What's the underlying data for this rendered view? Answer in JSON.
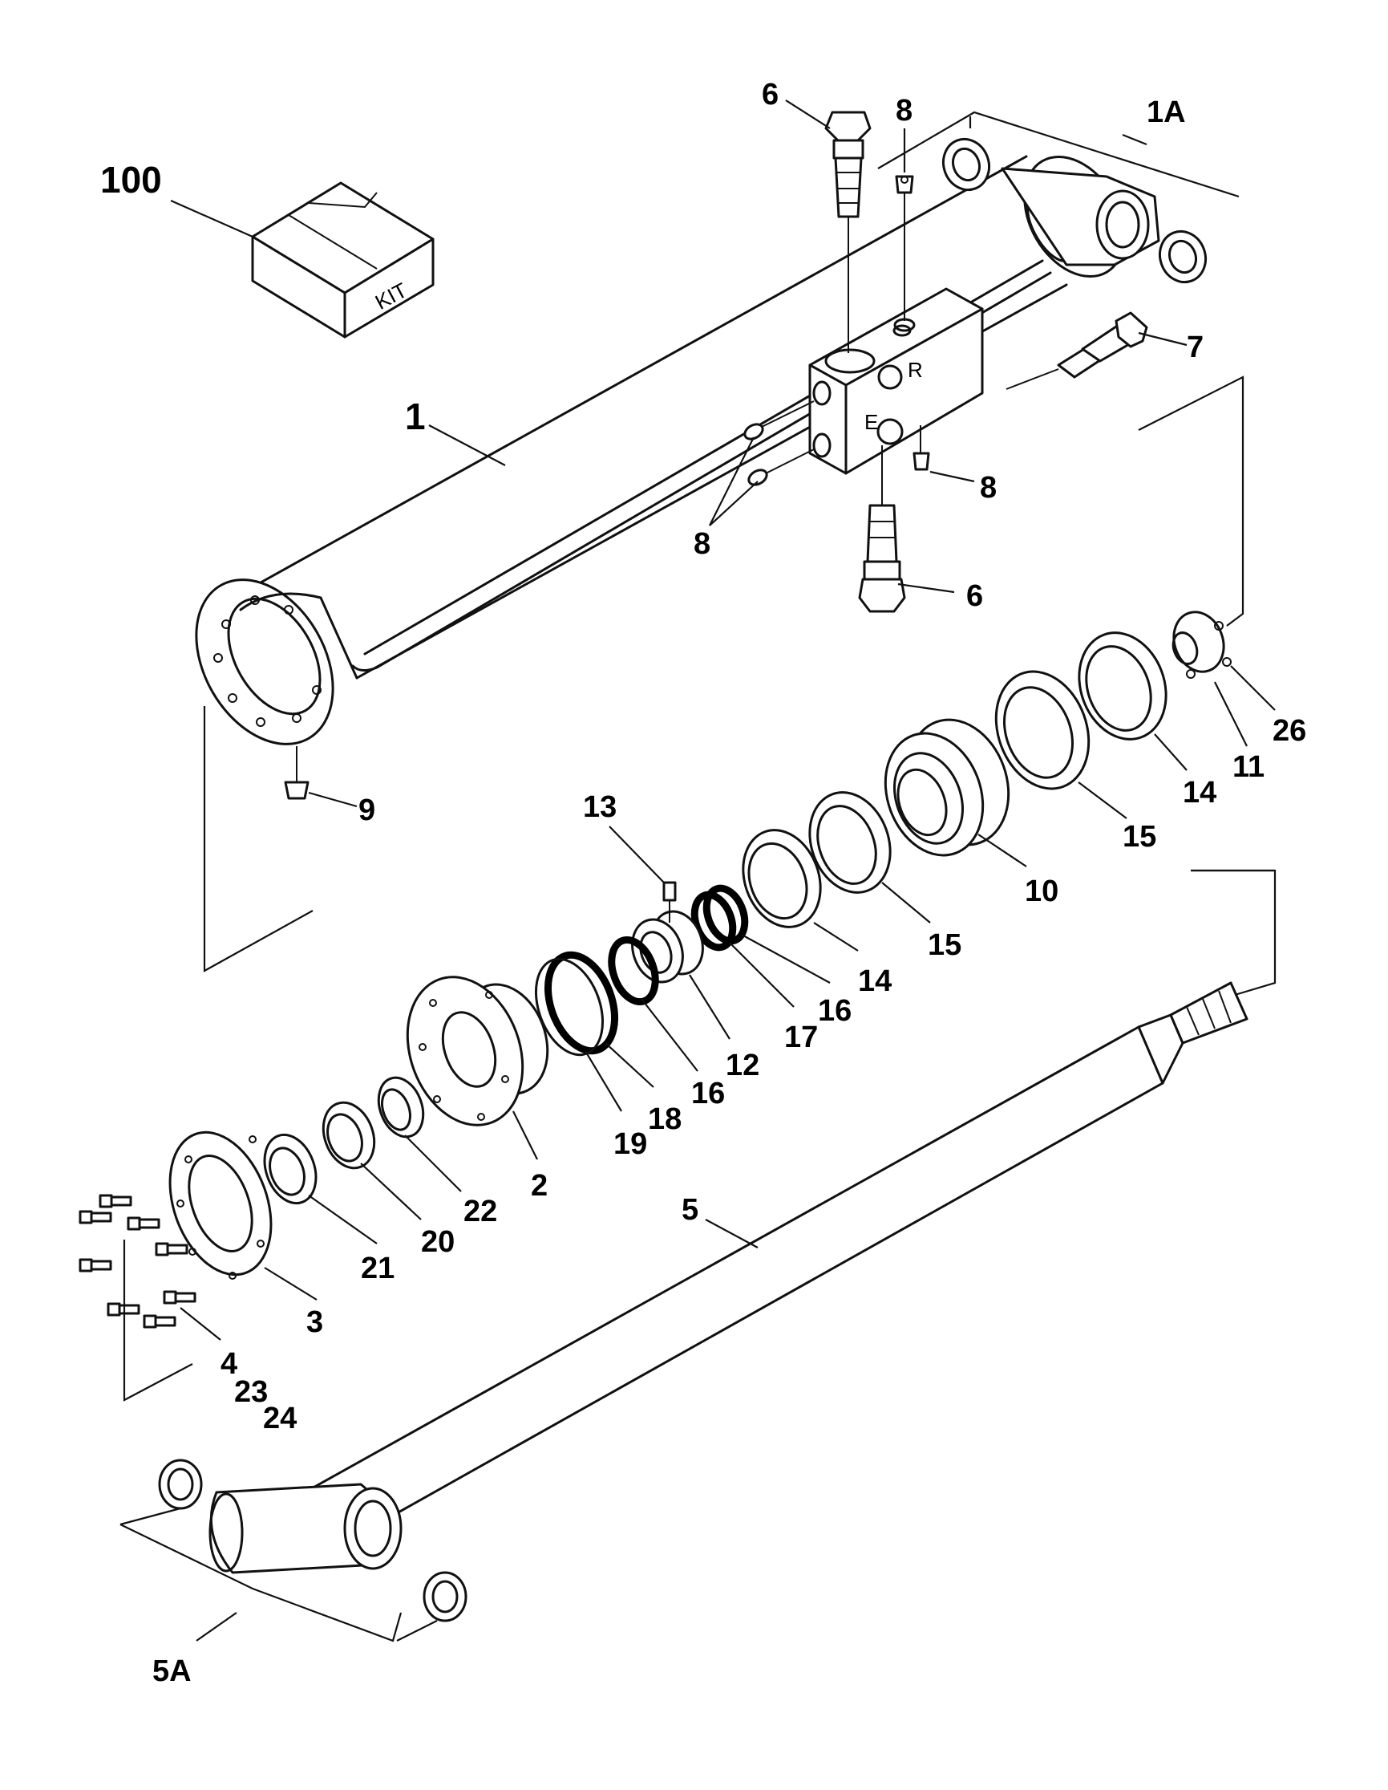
{
  "diagram": {
    "kit_box_text": "KIT",
    "callouts": {
      "c100": "100",
      "c6_top": "6",
      "c8_top": "8",
      "c1a": "1A",
      "c7": "7",
      "c1": "1",
      "c8_right": "8",
      "c8_left": "8",
      "c6_bottom": "6",
      "c9": "9",
      "c13": "13",
      "c26": "26",
      "c11": "11",
      "c14_right": "14",
      "c15_right": "15",
      "c10": "10",
      "c15_mid": "15",
      "c14_mid": "14",
      "c16_right": "16",
      "c17": "17",
      "c12": "12",
      "c16_left": "16",
      "c18": "18",
      "c19": "19",
      "c2": "2",
      "c22": "22",
      "c20": "20",
      "c21": "21",
      "c3": "3",
      "c4": "4",
      "c23": "23",
      "c24": "24",
      "c5": "5",
      "c5a": "5A"
    }
  }
}
